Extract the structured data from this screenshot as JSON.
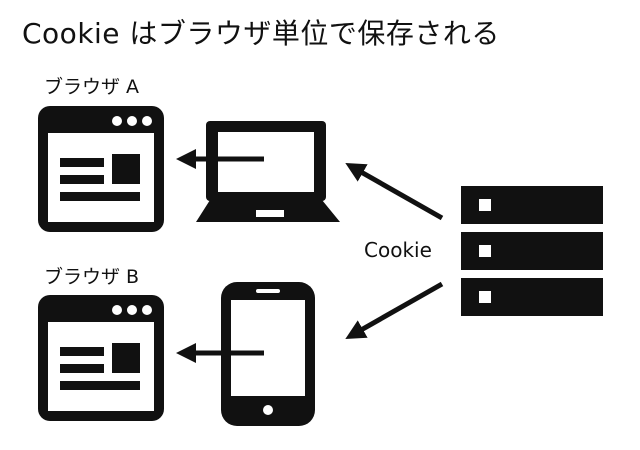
{
  "title": "Cookie はブラウザ単位で保存される",
  "browser_a": {
    "label": "ブラウザ A"
  },
  "browser_b": {
    "label": "ブラウザ B"
  },
  "cookie_label": "Cookie",
  "icons": {
    "browser_window": "browser-window-icon",
    "laptop": "laptop-icon",
    "smartphone": "smartphone-icon",
    "server": "server-icon"
  },
  "colors": {
    "ink": "#111111",
    "background": "#ffffff"
  }
}
